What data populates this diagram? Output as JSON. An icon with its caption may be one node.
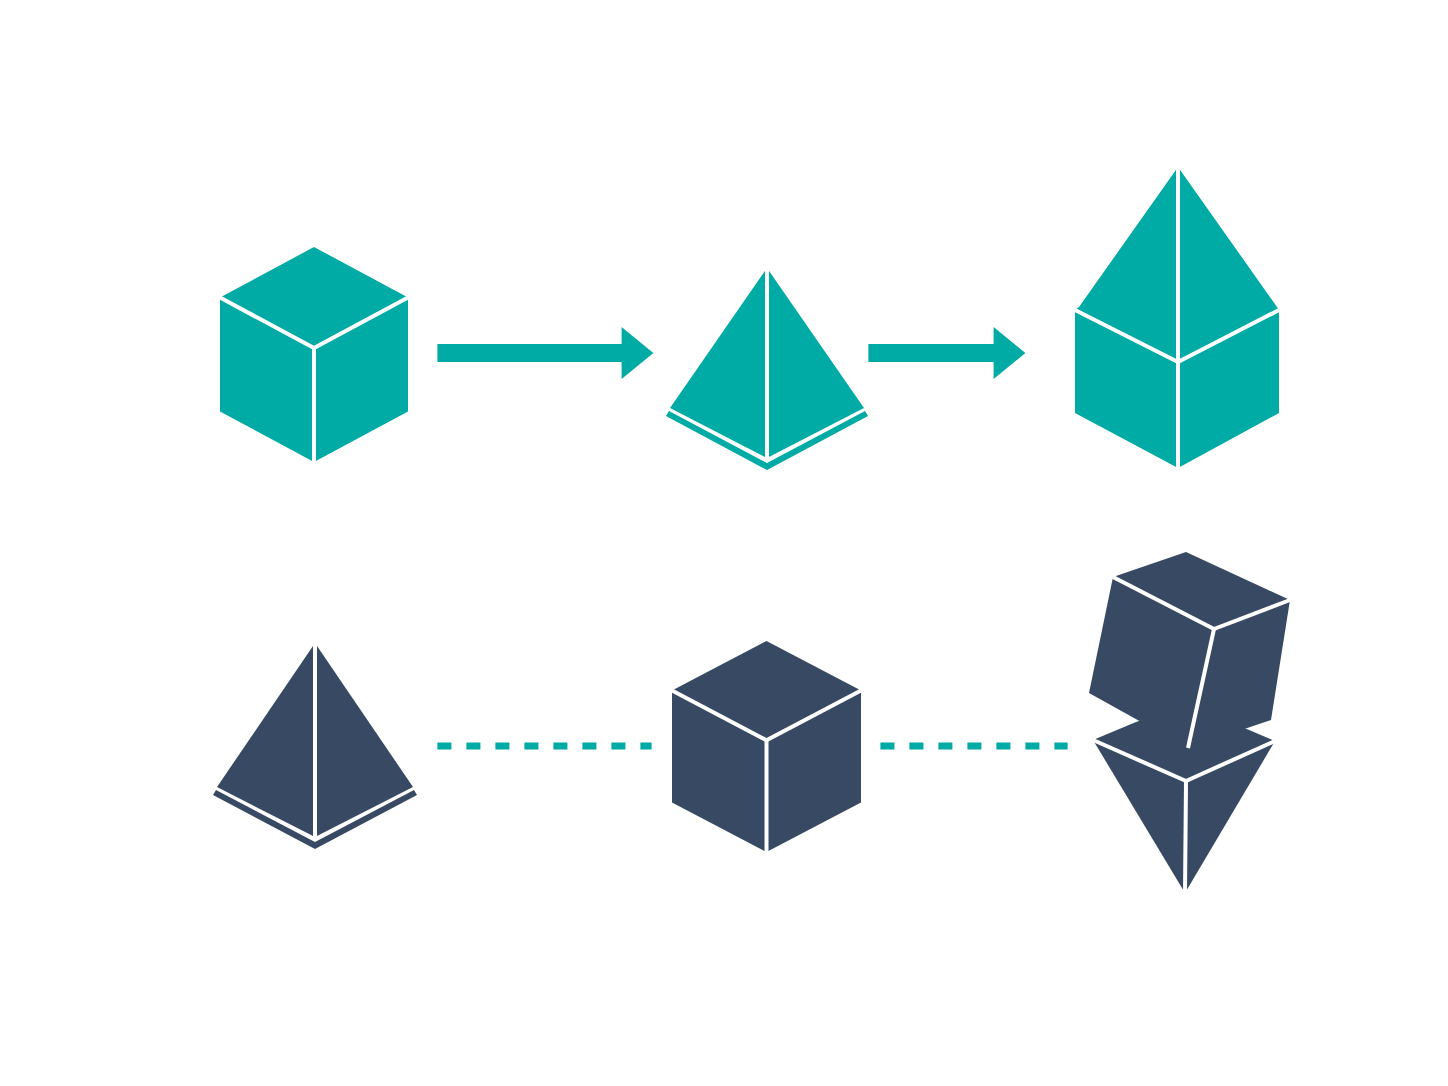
{
  "diagram": {
    "nodes": [
      {
        "text": [],
        "shape": "cube"
      },
      {
        "text": [],
        "shape": "pyramid"
      },
      {
        "text": [],
        "shape": "picture"
      },
      {
        "text": [],
        "shape": "pyramid"
      },
      {
        "text": [],
        "shape": "cube"
      },
      {
        "text": [],
        "shape": "picture"
      }
    ],
    "edges": [
      {
        "from": 0,
        "to": 1,
        "arrow": "to",
        "style": "thick"
      },
      {
        "from": 1,
        "to": 2,
        "arrow": "to",
        "style": "thick"
      },
      {
        "from": 3,
        "to": 4,
        "arrow": "none",
        "style": "dashed"
      },
      {
        "from": 4,
        "to": 5,
        "arrow": "none",
        "style": "dashed"
      }
    ]
  }
}
